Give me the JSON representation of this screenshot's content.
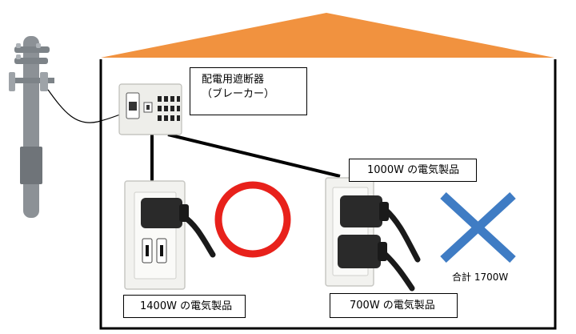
{
  "breaker": {
    "name": "配電用遮断器",
    "reading": "（ブレーカー）"
  },
  "outlets": [
    {
      "appliance": "1400W の電気製品",
      "verdict": "ok"
    },
    {
      "appliances": [
        "1000W の電気製品",
        "700W の電気製品"
      ],
      "verdict": "ng"
    }
  ],
  "total": "合計 1700W",
  "colors": {
    "roof": "#f1923f",
    "ok_mark": "#e8211b",
    "ng_mark": "#3f7cc4",
    "wall": "#000000",
    "pole": "#8c9196"
  },
  "icons": {
    "ok": "red-circle-icon",
    "ng": "blue-cross-icon"
  }
}
